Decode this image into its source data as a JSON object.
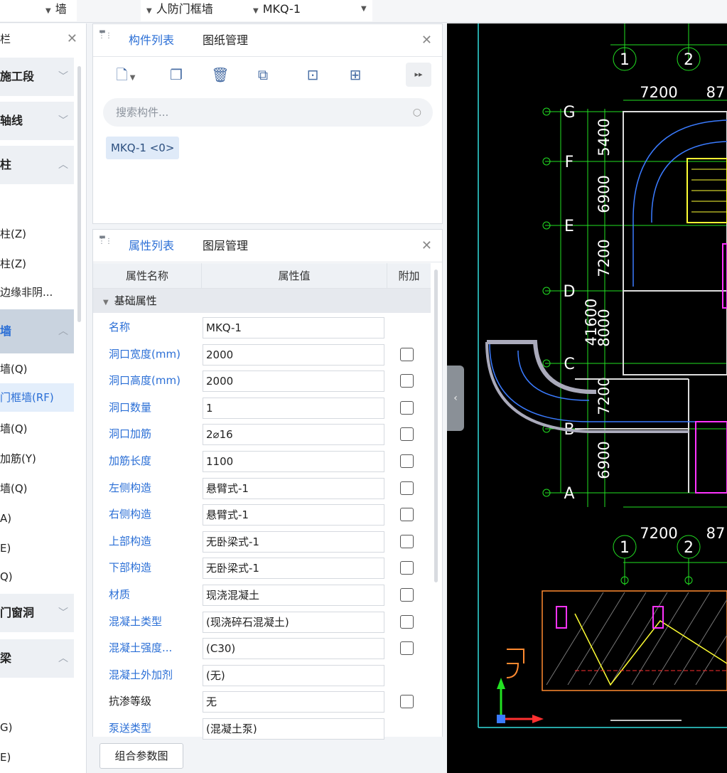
{
  "toolbar": {
    "dropdown_floor": "",
    "dropdown_type": "墙",
    "dropdown_sub": "人防门框墙",
    "dropdown_comp": "MKQ-1"
  },
  "leftnav": {
    "header": "栏",
    "groups": [
      {
        "label": "施工段",
        "expanded": false
      },
      {
        "label": "轴线",
        "expanded": false
      },
      {
        "label": "柱",
        "expanded": true
      },
      {
        "label": "墙",
        "expanded": true,
        "active": true
      },
      {
        "label": "门窗洞",
        "expanded": false
      },
      {
        "label": "梁",
        "expanded": true
      }
    ],
    "column_items": [
      "柱(Z)",
      "柱(Z)",
      "边缘非阴..."
    ],
    "wall_items": [
      "墙(Q)",
      "门框墙(RF)",
      "墙(Q)",
      "加筋(Y)",
      "墙(Q)",
      "A)",
      "E)",
      "Q)"
    ],
    "beam_items": [
      "G)",
      "E)"
    ]
  },
  "component_panel": {
    "tabs": [
      "构件列表",
      "图纸管理"
    ],
    "search_placeholder": "搜索构件...",
    "items": [
      "MKQ-1 <0>"
    ]
  },
  "property_panel": {
    "tabs": [
      "属性列表",
      "图层管理"
    ],
    "columns": [
      "属性名称",
      "属性值",
      "附加"
    ],
    "section": "基础属性",
    "rows": [
      {
        "name": "名称",
        "value": "MKQ-1",
        "checkbox": false
      },
      {
        "name": "洞口宽度(mm)",
        "value": "2000",
        "checkbox": true
      },
      {
        "name": "洞口高度(mm)",
        "value": "2000",
        "checkbox": true
      },
      {
        "name": "洞口数量",
        "value": "1",
        "checkbox": true
      },
      {
        "name": "洞口加筋",
        "value": "2⌀16",
        "checkbox": true
      },
      {
        "name": "加筋长度",
        "value": "1100",
        "checkbox": true
      },
      {
        "name": "左侧构造",
        "value": "悬臂式-1",
        "checkbox": true
      },
      {
        "name": "右侧构造",
        "value": "悬臂式-1",
        "checkbox": true
      },
      {
        "name": "上部构造",
        "value": "无卧梁式-1",
        "checkbox": true
      },
      {
        "name": "下部构造",
        "value": "无卧梁式-1",
        "checkbox": true
      },
      {
        "name": "材质",
        "value": "现浇混凝土",
        "checkbox": true
      },
      {
        "name": "混凝土类型",
        "value": "(现浇碎石混凝土)",
        "checkbox": true
      },
      {
        "name": "混凝土强度...",
        "value": "(C30)",
        "checkbox": true
      },
      {
        "name": "混凝土外加剂",
        "value": "(无)",
        "checkbox": false
      },
      {
        "name": "抗渗等级",
        "value": "无",
        "checkbox": true,
        "black": true
      },
      {
        "name": "泵送类型",
        "value": "(混凝土泵)",
        "checkbox": false
      }
    ],
    "combo_button": "组合参数图"
  },
  "cad": {
    "axis_numbers": [
      "1",
      "2"
    ],
    "axis_letters": [
      "G",
      "F",
      "E",
      "D",
      "C",
      "B",
      "A"
    ],
    "dims_top": [
      "7200",
      "87"
    ],
    "dims_left": [
      "5400",
      "6900",
      "7200",
      "8000",
      "7200",
      "6900"
    ],
    "dim_total": "41600",
    "colors": {
      "green": "#22e022",
      "white": "#ffffff",
      "blue": "#3a7bff",
      "yellow": "#ffff33",
      "magenta": "#ff33ff",
      "red": "#ff3030",
      "cyan": "#33dddd"
    }
  }
}
